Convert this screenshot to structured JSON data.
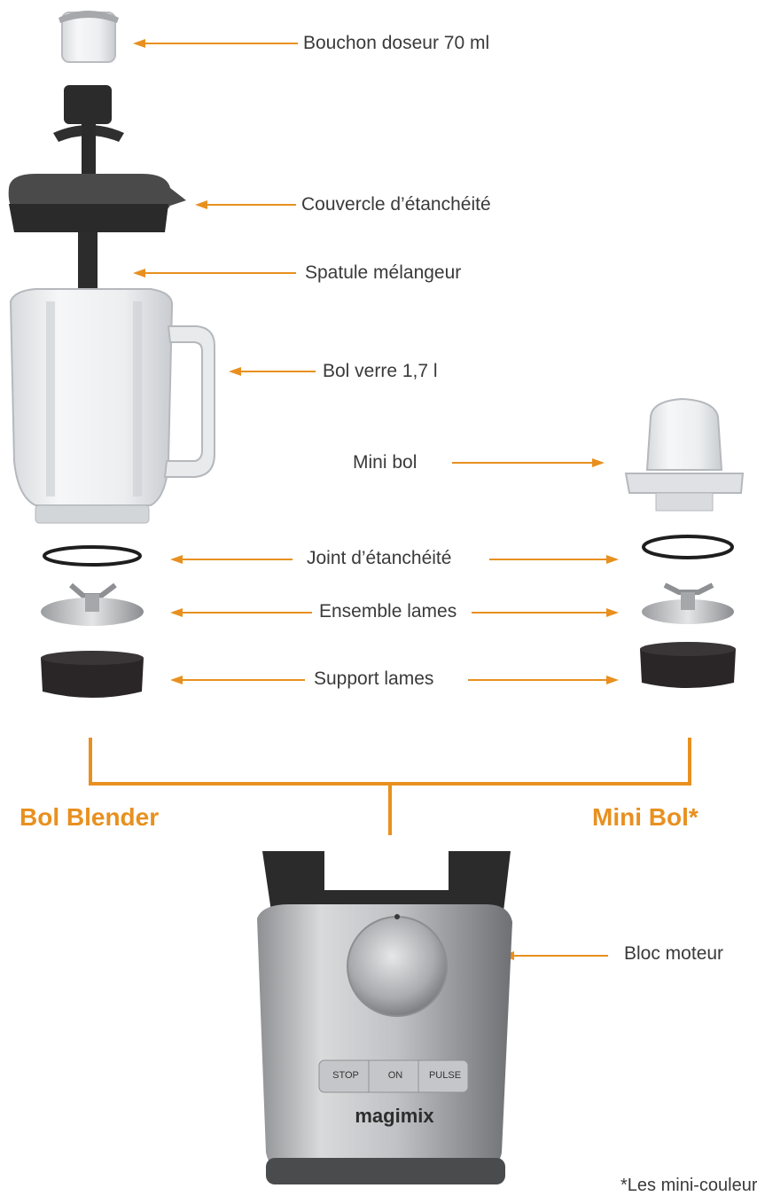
{
  "labels": {
    "bouchon": "Bouchon doseur 70 ml",
    "couvercle": "Couvercle d’étanchéité",
    "spatule": "Spatule mélangeur",
    "bol_verre": "Bol verre 1,7 l",
    "mini_bol": "Mini bol",
    "joint": "Joint d’étanchéité",
    "ensemble": "Ensemble lames",
    "support": "Support lames",
    "bloc": "Bloc moteur"
  },
  "groups": {
    "left": "Bol Blender",
    "right": "Mini Bol*"
  },
  "motor_buttons": {
    "stop": "STOP",
    "on": "ON",
    "pulse": "PULSE",
    "brand": "magimix"
  },
  "footnote": "*Les mini-couleurs",
  "colors": {
    "accent": "#e8901f",
    "text": "#3a3a3a"
  }
}
